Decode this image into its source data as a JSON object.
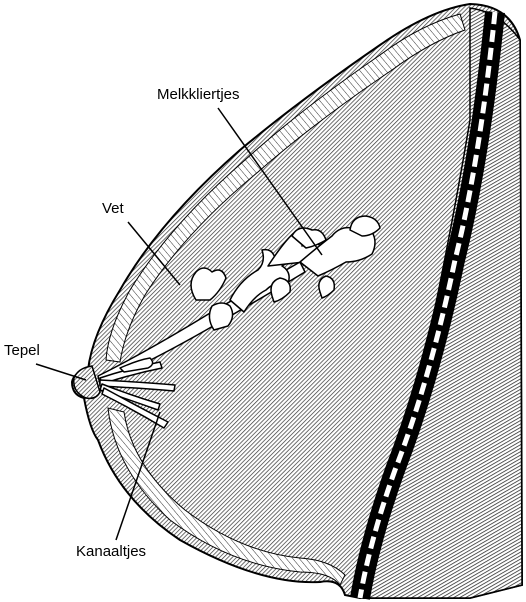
{
  "labels": {
    "melkkliertjes": "Melkkliertjes",
    "vet": "Vet",
    "tepel": "Tepel",
    "kanaaltjes": "Kanaaltjes"
  },
  "colors": {
    "ink": "#000000",
    "background": "#ffffff",
    "tissue_hatch": "#555555",
    "gland_fill": "#ffffff"
  }
}
